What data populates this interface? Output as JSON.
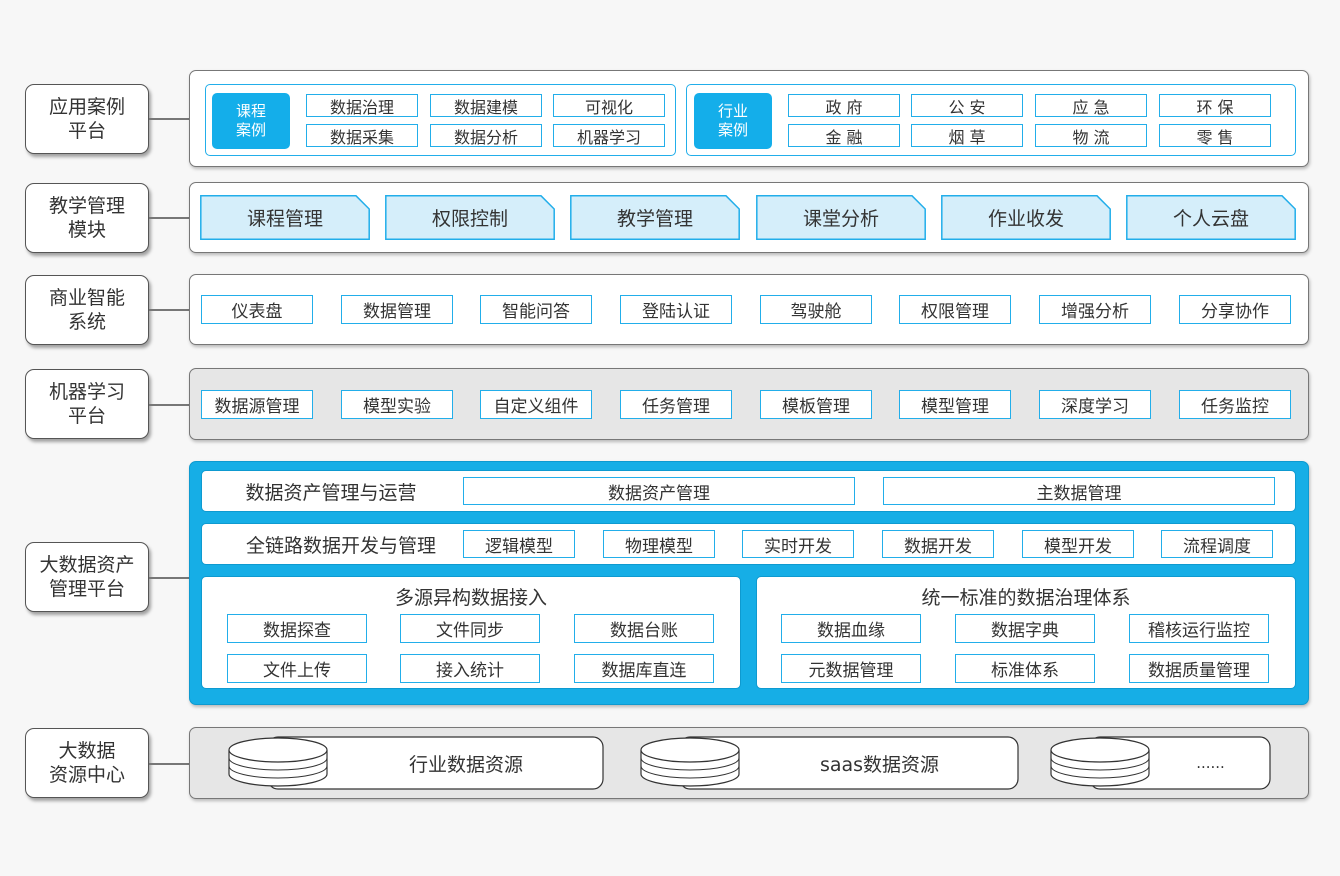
{
  "rows": {
    "app": {
      "label": "应用案例\n平台",
      "course": {
        "tag": "课程\n案例",
        "items": [
          "数据治理",
          "数据建模",
          "可视化",
          "数据采集",
          "数据分析",
          "机器学习"
        ]
      },
      "industry": {
        "tag": "行业\n案例",
        "items": [
          "政 府",
          "公 安",
          "应 急",
          "环 保",
          "金 融",
          "烟 草",
          "物 流",
          "零 售"
        ]
      }
    },
    "teaching": {
      "label": "教学管理\n模块",
      "items": [
        "课程管理",
        "权限控制",
        "教学管理",
        "课堂分析",
        "作业收发",
        "个人云盘"
      ]
    },
    "bi": {
      "label": "商业智能\n系统",
      "items": [
        "仪表盘",
        "数据管理",
        "智能问答",
        "登陆认证",
        "驾驶舱",
        "权限管理",
        "增强分析",
        "分享协作"
      ]
    },
    "ml": {
      "label": "机器学习\n平台",
      "items": [
        "数据源管理",
        "模型实验",
        "自定义组件",
        "任务管理",
        "模板管理",
        "模型管理",
        "深度学习",
        "任务监控"
      ]
    },
    "bigdata": {
      "label": "大数据资产\n管理平台",
      "asset": {
        "title": "数据资产管理与运营",
        "items": [
          "数据资产管理",
          "主数据管理"
        ]
      },
      "dev": {
        "title": "全链路数据开发与管理",
        "items": [
          "逻辑模型",
          "物理模型",
          "实时开发",
          "数据开发",
          "模型开发",
          "流程调度"
        ]
      },
      "ingest": {
        "title": "多源异构数据接入",
        "items": [
          "数据探查",
          "文件同步",
          "数据台账",
          "文件上传",
          "接入统计",
          "数据库直连"
        ]
      },
      "governance": {
        "title": "统一标准的数据治理体系",
        "items": [
          "数据血缘",
          "数据字典",
          "稽核运行监控",
          "元数据管理",
          "标准体系",
          "数据质量管理"
        ]
      }
    },
    "resource": {
      "label": "大数据\n资源中心",
      "items": [
        "行业数据资源",
        "saas数据资源",
        "......"
      ]
    }
  },
  "colors": {
    "accent": "#14aeea",
    "tab_fill": "#d5eefa",
    "panel_gray": "#e6e6e6"
  }
}
